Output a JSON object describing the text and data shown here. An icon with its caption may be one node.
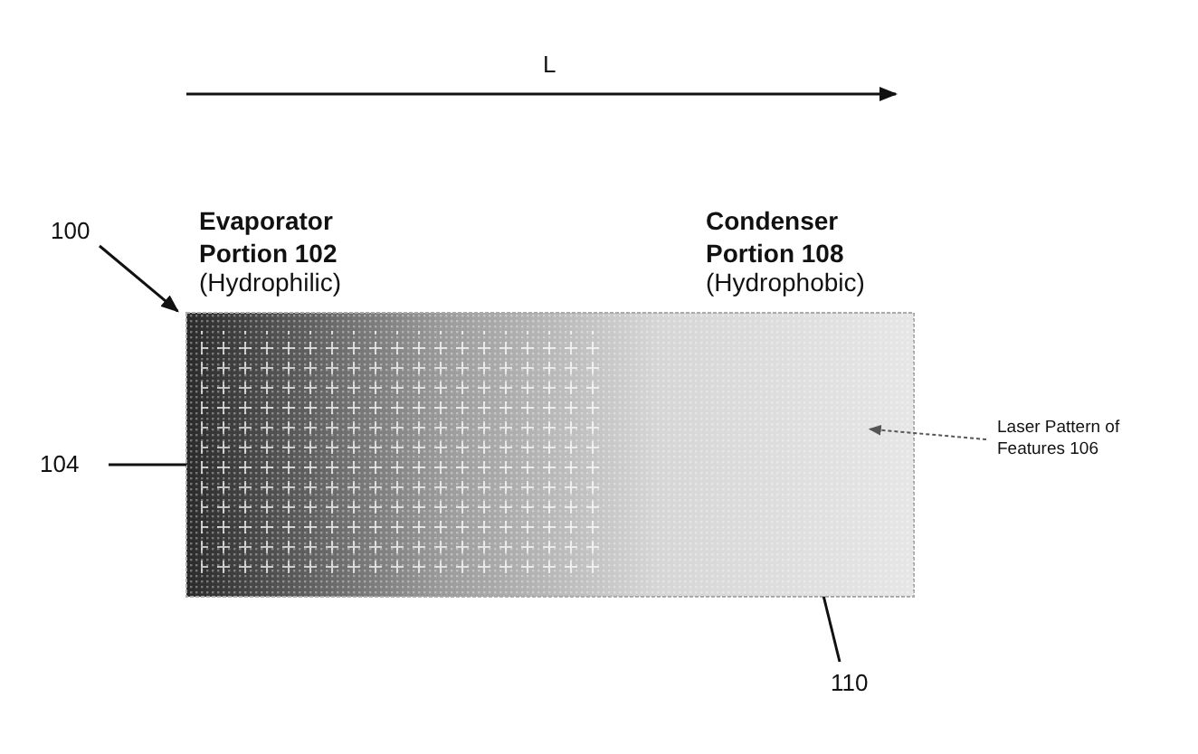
{
  "diagram": {
    "nodes": [
      {
        "text": [],
        "shape": "box"
      },
      {
        "text": [
          "100"
        ]
      },
      {
        "text": [
          "104"
        ]
      },
      {
        "text": [
          "Laser Pattern of Features 106"
        ]
      },
      {
        "text": [
          "110"
        ]
      }
    ],
    "edges": [
      {
        "from": 1,
        "to": 0,
        "arrow": "to"
      },
      {
        "from": 2,
        "to": 0,
        "arrow": "none"
      },
      {
        "from": 3,
        "to": 0,
        "arrow": "to",
        "style": "dashed"
      },
      {
        "from": 4,
        "to": 0,
        "arrow": "none"
      }
    ],
    "labels": [
      "L",
      "Evaporator Portion 102",
      "(Hydrophilic)",
      "Condenser Portion 108",
      "(Hydrophobic)"
    ]
  }
}
